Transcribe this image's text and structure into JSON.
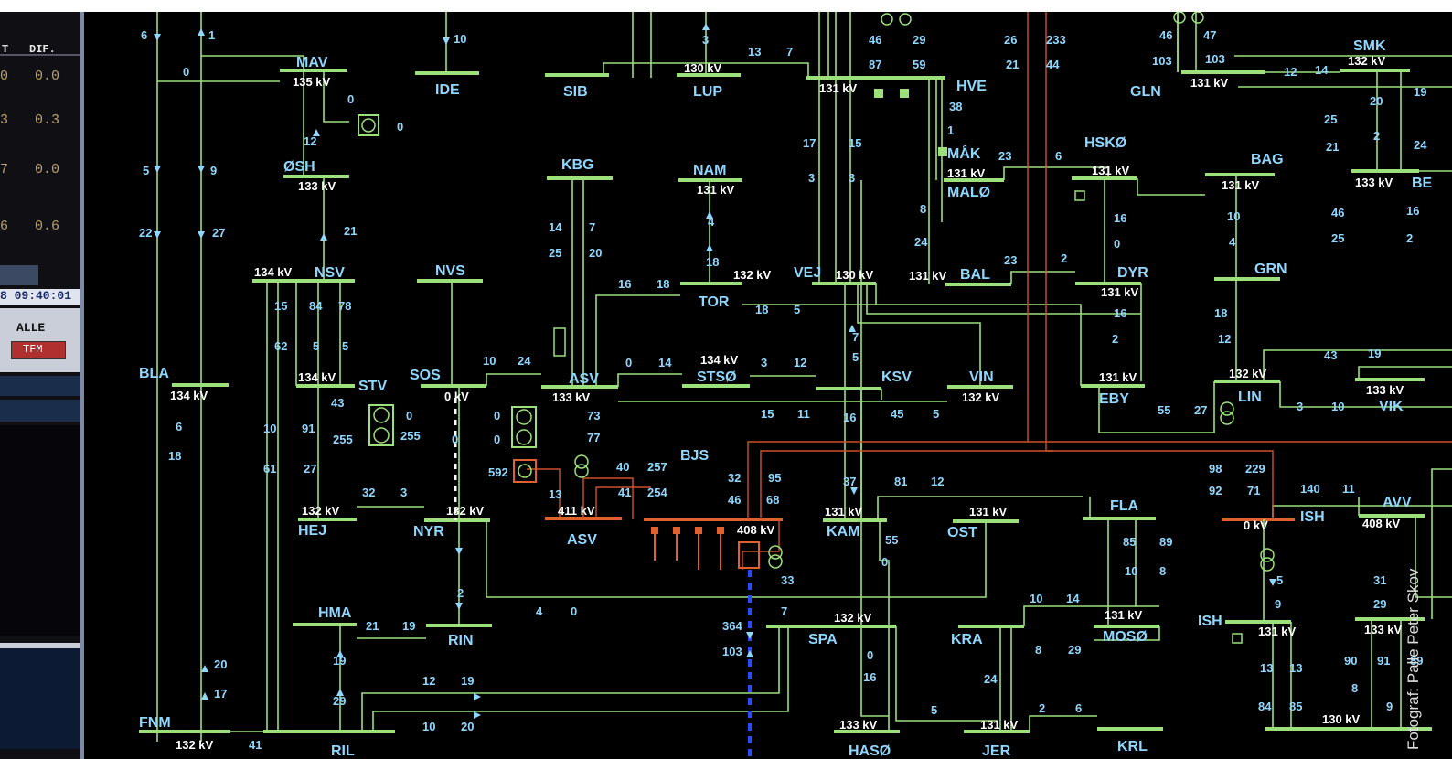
{
  "panel": {
    "col_headers": [
      "T",
      "DIF."
    ],
    "rows": [
      [
        "0",
        "0.0"
      ],
      [
        "3",
        "0.3"
      ],
      [
        "7",
        "0.0"
      ],
      [
        "6",
        "0.6"
      ]
    ],
    "clock": "8 09:40:01",
    "filter_label": "ALLE",
    "filter_button": "TFM"
  },
  "credit": "Fotograf: Palle Peter Skov",
  "stations": {
    "MAV": "MAV",
    "IDE": "IDE",
    "SIB": "SIB",
    "LUP": "LUP",
    "HVE": "HVE",
    "GLN": "GLN",
    "SMK": "SMK",
    "OSH": "ØSH",
    "KBG": "KBG",
    "NAM": "NAM",
    "MAK": "MÅK",
    "MALO": "MALØ",
    "HSKO": "HSKØ",
    "BAG": "BAG",
    "BLA": "BLA",
    "NSV": "NSV",
    "NVS": "NVS",
    "TOR": "TOR",
    "VEJ": "VEJ",
    "BAL": "BAL",
    "DYR": "DYR",
    "GRN": "GRN",
    "SOS": "SOS",
    "STV": "STV",
    "ASV": "ASV",
    "STSO": "STSØ",
    "KSV": "KSV",
    "VIN": "VIN",
    "EBY": "EBY",
    "LIN": "LIN",
    "VIK": "VIK",
    "BJS": "BJS",
    "HEJ": "HEJ",
    "NYR": "NYR",
    "ASV2": "ASV",
    "KAM": "KAM",
    "OST": "OST",
    "FLA": "FLA",
    "ISH": "ISH",
    "AVV": "AVV",
    "HMA": "HMA",
    "RIN": "RIN",
    "SPA": "SPA",
    "KRA": "KRA",
    "MOSO": "MOSØ",
    "ISH2": "ISH",
    "FNM": "FNM",
    "RIL": "RIL",
    "HASO": "HASØ",
    "JER": "JER",
    "KRL": "KRL",
    "BE": "BE"
  },
  "kv": {
    "mav": "135 kV",
    "lup": "130 kV",
    "hve": "131 kV",
    "gln": "131 kV",
    "smk": "132 kV",
    "osh": "133 kV",
    "nam": "131 kV",
    "malo": "131 kV",
    "hsko": "131 kV",
    "bag": "131 kV",
    "be": "133 kV",
    "nsv": "134 kV",
    "tor": "132 kV",
    "vej": "130 kV",
    "bal": "131 kV",
    "dyr": "131 kV",
    "bla": "134 kV",
    "stv": "134 kV",
    "sos": "0 kV",
    "asv": "133 kV",
    "stso": "134 kV",
    "vin": "132 kV",
    "eby": "131 kV",
    "lin": "132 kV",
    "vik": "133 kV",
    "hej": "132 kV",
    "nyr": "132 kV",
    "asv400": "411 kV",
    "bjs": "408 kV",
    "kam": "131 kV",
    "ost": "131 kV",
    "ish": "0 kV",
    "avv": "408 kV",
    "spa": "132 kV",
    "moso": "131 kV",
    "ish2": "131 kV",
    "vik2": "133 kV",
    "fnm": "132 kV",
    "haso": "133 kV",
    "jer": "131 kV",
    "krl": "130 kV"
  },
  "flows": {
    "f6": "6",
    "f1": "1",
    "f0a": "0",
    "f10a": "10",
    "f3a": "3",
    "f13a": "13",
    "f7a": "7",
    "f46a": "46",
    "f29a": "29",
    "f87": "87",
    "f59": "59",
    "f26": "26",
    "f233": "233",
    "f21a": "21",
    "f44": "44",
    "f46b": "46",
    "f47": "47",
    "f103a": "103",
    "f103b": "103",
    "f12a": "12",
    "f14a": "14",
    "f20a": "20",
    "f19a": "19",
    "f0b": "0",
    "f0c": "0",
    "f12b": "12",
    "f17a": "17",
    "f15a": "15",
    "f38": "38",
    "f1b": "1",
    "f25a": "25",
    "f2a": "2",
    "f21b": "21",
    "f24a": "24",
    "f5a": "5",
    "f9a": "9",
    "f3b": "3",
    "f3c": "3",
    "f23a": "23",
    "f6b": "6",
    "f14b": "14",
    "f7b": "7",
    "f21c": "21",
    "f8a": "8",
    "f16a": "16",
    "f10b": "10",
    "f46c": "46",
    "f16b": "16",
    "f22": "22",
    "f27a": "27",
    "f25b": "25",
    "f20b": "20",
    "f4a": "4",
    "f24b": "24",
    "f0d": "0",
    "f4b": "4",
    "f25c": "25",
    "f2b": "2",
    "f18a": "18",
    "f23b": "23",
    "f2c": "2",
    "f15b": "15",
    "f84": "84",
    "f78": "78",
    "f16c": "16",
    "f18b": "18",
    "f18c": "18",
    "f5b": "5",
    "f16d": "16",
    "f18d": "18",
    "f62": "62",
    "f5c": "5",
    "f5d": "5",
    "f7c": "7",
    "f5e": "5",
    "f2d": "2",
    "f12c": "12",
    "f10c": "10",
    "f24c": "24",
    "f0e": "0",
    "f14c": "14",
    "f3d": "3",
    "f12d": "12",
    "f43a": "43",
    "f19b": "19",
    "f43b": "43",
    "f0f": "0",
    "f0g": "0",
    "f15c": "15",
    "f11a": "11",
    "f16e": "16",
    "f45": "45",
    "f5f": "5",
    "f55a": "55",
    "f27b": "27",
    "f3e": "3",
    "f10d": "10",
    "f6c": "6",
    "f18e": "18",
    "f10e": "10",
    "f91": "91",
    "f255a": "255",
    "f255b": "255",
    "f0h": "0",
    "f73": "73",
    "f77": "77",
    "f0i": "0",
    "f61": "61",
    "f27c": "27",
    "f592": "592",
    "f40": "40",
    "f257": "257",
    "f32a": "32",
    "f95": "95",
    "f98": "98",
    "f229": "229",
    "f92": "92",
    "f71": "71",
    "f32b": "32",
    "f3f": "3",
    "f13b": "13",
    "f41a": "41",
    "f254": "254",
    "f46d": "46",
    "f68": "68",
    "f37": "37",
    "f81": "81",
    "f12e": "12",
    "f140": "140",
    "f11b": "11",
    "f85a": "85",
    "f89a": "89",
    "f55b": "55",
    "f0j": "0",
    "f10f": "10",
    "f8b": "8",
    "f5g": "5",
    "f33": "33",
    "f31": "31",
    "f29b": "29",
    "f4c": "4",
    "f0k": "0",
    "f2e": "2",
    "f7d": "7",
    "f10g": "10",
    "f14d": "14",
    "f9b": "9",
    "f21d": "21",
    "f19c": "19",
    "f364": "364",
    "f103c": "103",
    "f8c": "8",
    "f29c": "29",
    "f19d": "19",
    "f20c": "20",
    "f0l": "0",
    "f16f": "16",
    "f24d": "24",
    "f90": "90",
    "f91b": "91",
    "f89b": "89",
    "f8d": "8",
    "f29d": "29",
    "f17b": "17",
    "f12f": "12",
    "f19e": "19",
    "f13c": "13",
    "f13d": "13",
    "f10h": "10",
    "f20d": "20",
    "f5h": "5",
    "f2f": "2",
    "f6d": "6",
    "f84b": "84",
    "f85b": "85",
    "f9c": "9",
    "f41b": "41"
  }
}
